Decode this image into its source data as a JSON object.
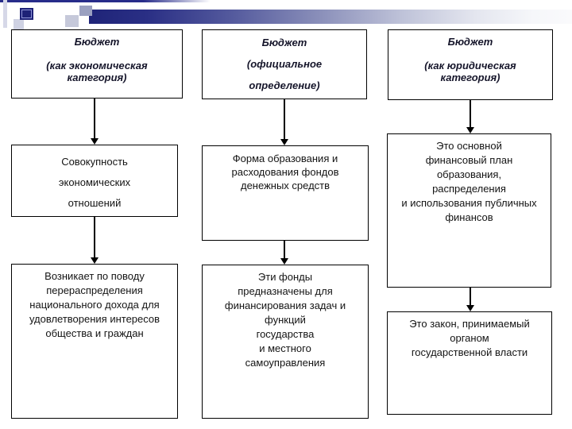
{
  "slide": {
    "type": "presentation-flowchart",
    "language": "ru",
    "topic": "Бюджет"
  },
  "colors": {
    "accent_navy": "#1f2478",
    "accent_light": "#c9cce0",
    "accent_medium": "#9aa0c0",
    "box_border": "#000000",
    "text": "#141414",
    "background": "#ffffff"
  },
  "diagram": {
    "columns": [
      {
        "id": "economic-category",
        "boxes": [
          {
            "role": "header",
            "text": "Бюджет\n\n(как экономическая\nкатегория)"
          },
          {
            "role": "definition",
            "text": "Совокупность\nэкономических\nотношений"
          },
          {
            "role": "explanation",
            "text": "Возникает по поводу\nперераспределения\nнационального дохода для\nудовлетворения интересов\nобщества и граждан"
          }
        ]
      },
      {
        "id": "official-definition",
        "boxes": [
          {
            "role": "header",
            "text": "Бюджет\n(официальное\nопределение)"
          },
          {
            "role": "definition",
            "text": "Форма образования и\nрасходования фондов\nденежных средств"
          },
          {
            "role": "explanation",
            "text": "Эти фонды\nпредназначены для\nфинансирования задач и\nфункций\nгосударства\nи местного\nсамоуправления"
          }
        ]
      },
      {
        "id": "legal-category",
        "boxes": [
          {
            "role": "header",
            "text": "Бюджет\n\n(как юридическая\nкатегория)"
          },
          {
            "role": "definition",
            "text": "Это основной\nфинансовый план\nобразования,\nраспределения\nи использования публичных\nфинансов"
          },
          {
            "role": "explanation",
            "text": "Это закон, принимаемый\nорганом\nгосударственной власти"
          }
        ]
      }
    ]
  }
}
